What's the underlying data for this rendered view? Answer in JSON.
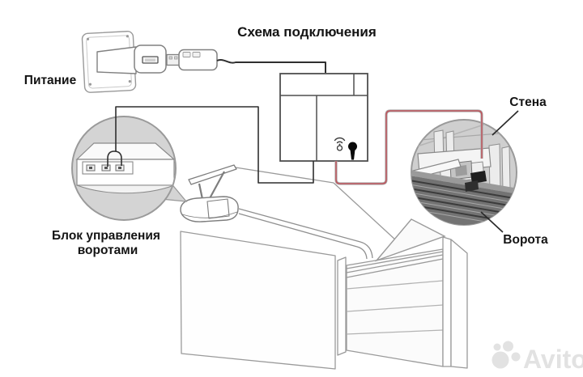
{
  "diagram": {
    "title": "Схема подключения",
    "labels": {
      "power": "Питание",
      "control_unit_line1": "Блок управления",
      "control_unit_line2": "воротами",
      "wall": "Стена",
      "gate": "Ворота"
    },
    "watermark": "Avito",
    "icons": {
      "wifi": "wifi-icon",
      "antenna": "antenna-icon",
      "magnifier_left": "magnifier-circle-control-unit",
      "magnifier_right": "magnifier-circle-wall-bracket"
    },
    "colors": {
      "background": "#ffffff",
      "outline_gray": "#8a8a8a",
      "box_outline": "#4f4f4f",
      "wire_black": "#2f2f2f",
      "wire_red": "#c0545c",
      "magnifier_fill": "#d4d4d4",
      "magnifier_stroke": "#9a9a9a",
      "door_dark": "#737373",
      "label_color": "#141414",
      "watermark_color": "#e2e2e2"
    }
  }
}
